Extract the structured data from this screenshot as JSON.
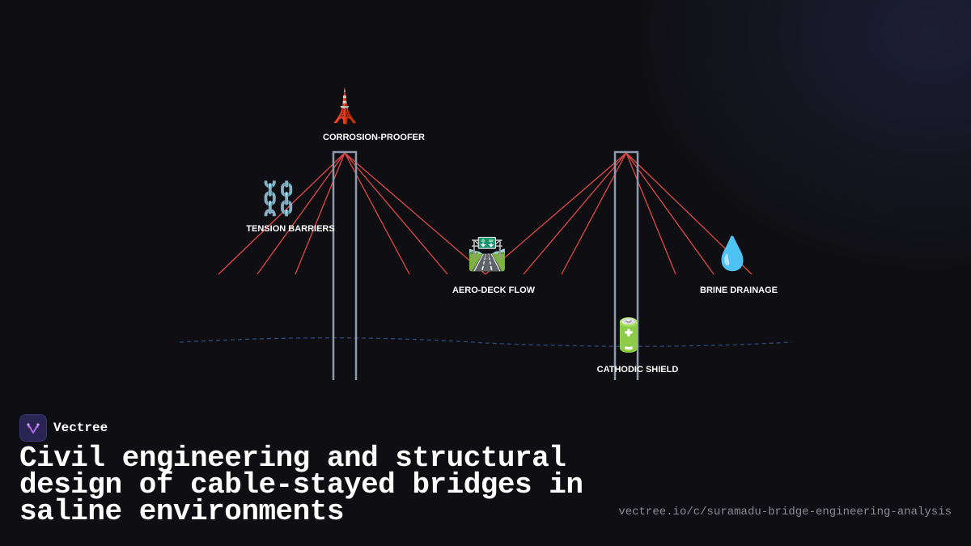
{
  "diagram": {
    "nodes": [
      {
        "id": "corrosion",
        "emoji": "🗼",
        "label": "CORROSION-PROOFER"
      },
      {
        "id": "tension",
        "emoji": "⛓️",
        "label": "TENSION BARRIERS"
      },
      {
        "id": "aerodeck",
        "emoji": "🛣️",
        "label": "AERO-DECK FLOW"
      },
      {
        "id": "brine",
        "emoji": "💧",
        "label": "BRINE DRAINAGE"
      },
      {
        "id": "cathodic",
        "emoji": "🔋",
        "label": "CATHODIC SHIELD"
      }
    ],
    "colors": {
      "tower": "#8e9aab",
      "cable": "#e04848",
      "water": "#2d4a78"
    }
  },
  "brand": {
    "name": "Vectree",
    "logo_color": "#2a2452",
    "accent": "#b46cf0"
  },
  "title": "Civil engineering and structural design of cable-stayed bridges in saline environments",
  "url": "vectree.io/c/suramadu-bridge-engineering-analysis"
}
